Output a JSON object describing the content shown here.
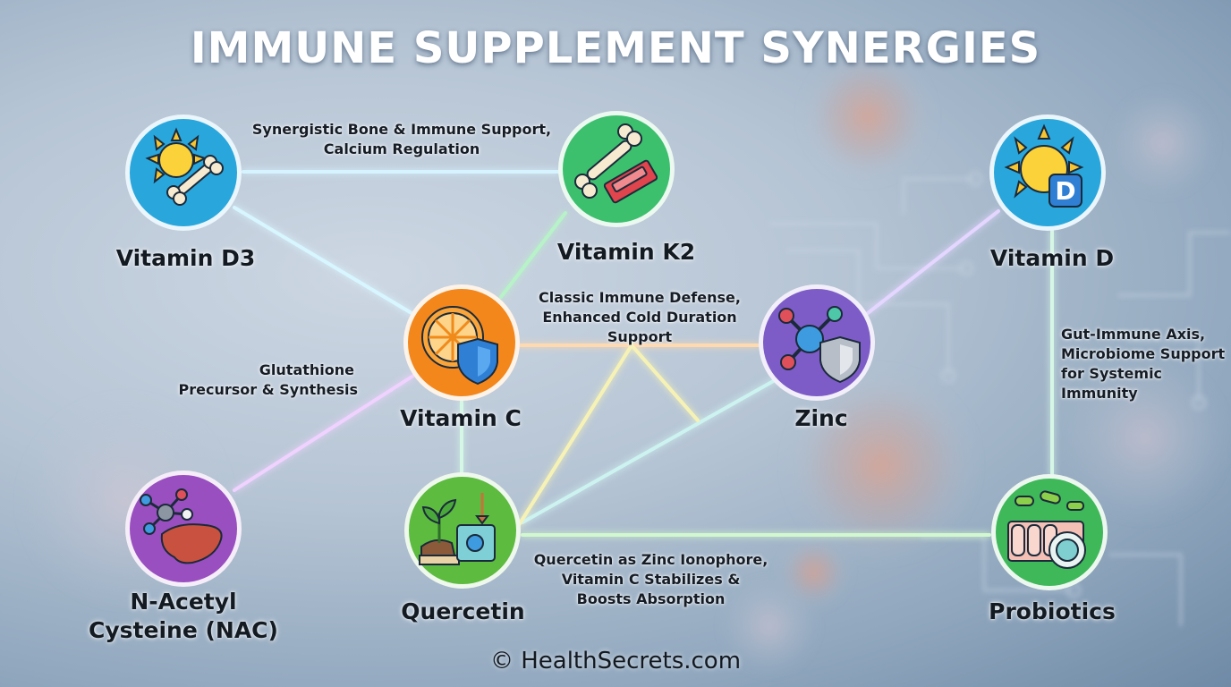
{
  "title": "IMMUNE SUPPLEMENT SYNERGIES",
  "footer": "© HealthSecrets.com",
  "nodes": {
    "vitamin_d3": {
      "label": "Vitamin D3",
      "color": "#29a7dc",
      "icon": "sun-bone-icon"
    },
    "vitamin_k2": {
      "label": "Vitamin K2",
      "color": "#3cc06e",
      "icon": "bone-artery-icon"
    },
    "vitamin_c": {
      "label": "Vitamin C",
      "color": "#f3871c",
      "icon": "orange-shield-icon"
    },
    "zinc": {
      "label": "Zinc",
      "color": "#7d5cc8",
      "icon": "molecule-shield-icon"
    },
    "vitamin_d": {
      "label": "Vitamin D",
      "color": "#29a7dc",
      "icon": "sun-d-icon"
    },
    "nac": {
      "label_line1": "N-Acetyl",
      "label_line2": "Cysteine (NAC)",
      "color": "#9a4fc0",
      "icon": "molecule-liver-icon"
    },
    "quercetin": {
      "label": "Quercetin",
      "color": "#5dbb3f",
      "icon": "plant-cell-icon"
    },
    "probiotics": {
      "label": "Probiotics",
      "color": "#3fb85a",
      "icon": "gut-bacteria-icon"
    }
  },
  "edge_labels": {
    "d3_k2": {
      "line1": "Synergistic Bone & Immune Support,",
      "line2": "Calcium Regulation"
    },
    "c_zinc": {
      "line1": "Classic Immune Defense,",
      "line2": "Enhanced Cold Duration Support"
    },
    "nac_c": {
      "line1": "Glutathione",
      "line2": "Precursor & Synthesis"
    },
    "d_probiotics": {
      "line1": "Gut-Immune Axis,",
      "line2": "Microbiome Support",
      "line3": "for Systemic",
      "line4": "Immunity"
    },
    "quercetin_zinc": {
      "line1": "Quercetin as Zinc Ionophore,",
      "line2": "Vitamin C Stabilizes &",
      "line3": "Boosts Absorption"
    }
  }
}
